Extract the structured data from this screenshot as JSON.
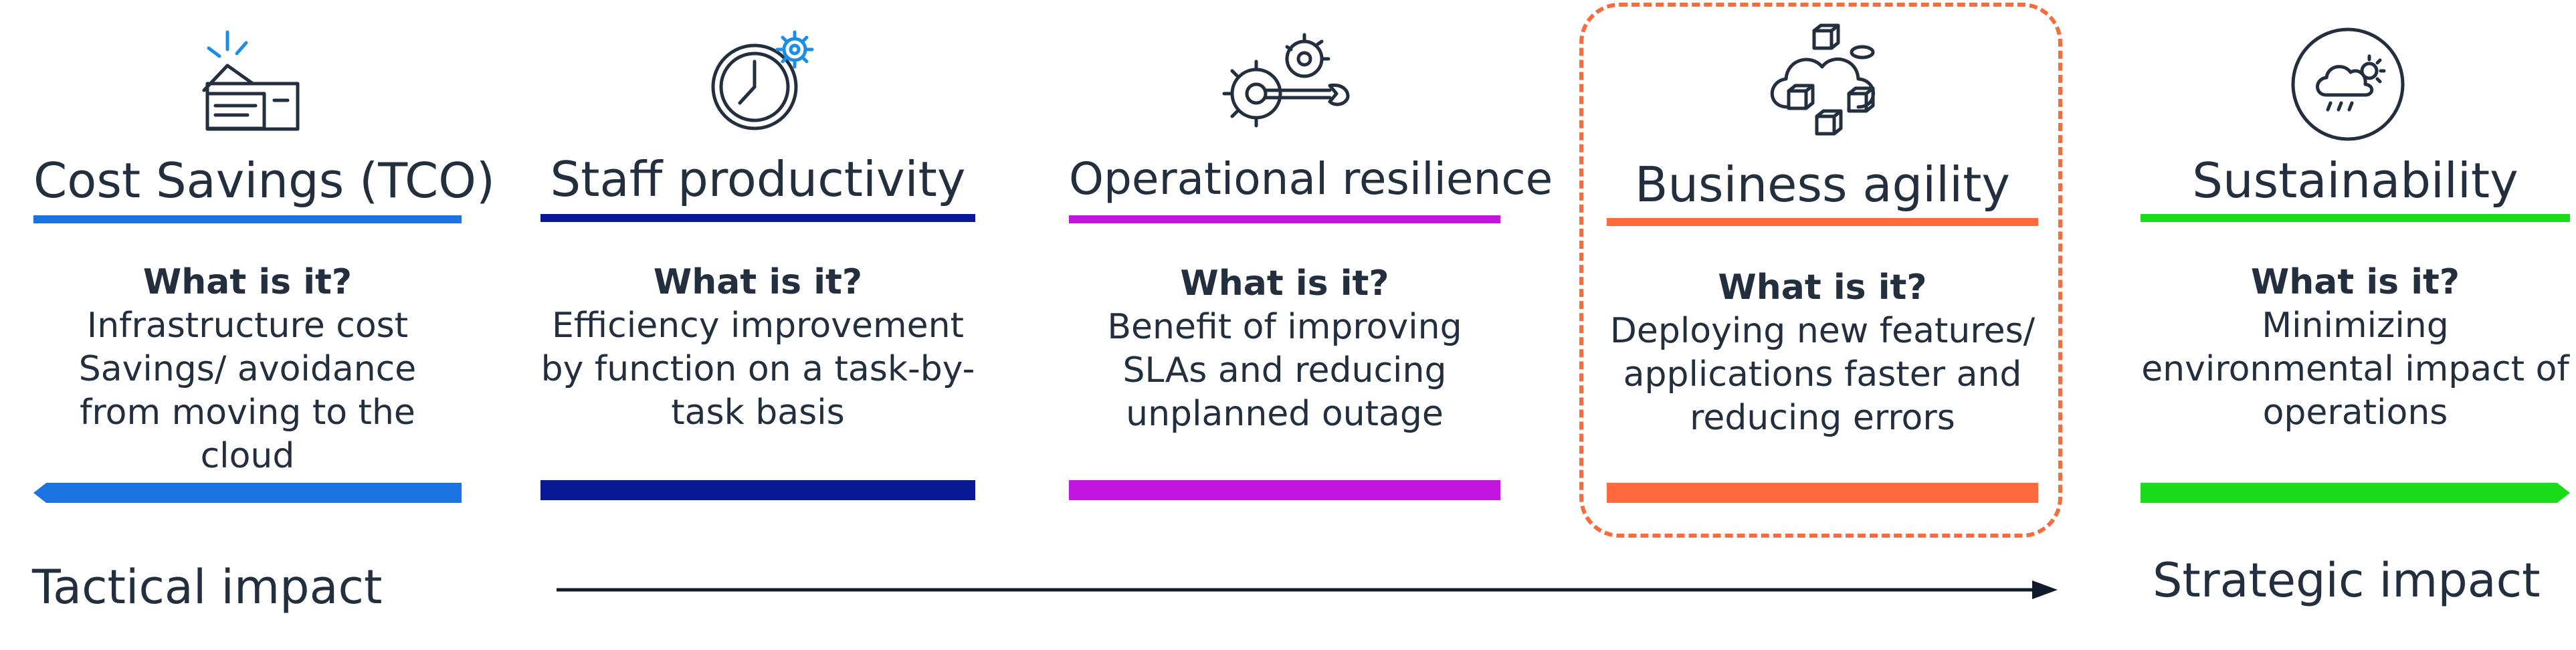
{
  "columns": [
    {
      "title": "Cost Savings (TCO)",
      "question": "What is it?",
      "text": "Infrastructure cost Savings/ avoidance from moving to the cloud",
      "color": "#1a73e0",
      "icon": "money-check-icon"
    },
    {
      "title": "Staff productivity",
      "question": "What is it?",
      "text": "Efficiency improvement by function on a task-by-task basis",
      "color": "#0a1a96",
      "icon": "clock-gear-icon"
    },
    {
      "title": "Operational resilience",
      "question": "What is it?",
      "text": "Benefit of improving SLAs and reducing unplanned outage",
      "color": "#c414e0",
      "icon": "gears-wrench-icon"
    },
    {
      "title": "Business agility",
      "question": "What is it?",
      "text": "Deploying new features/ applications faster and reducing errors",
      "color": "#ff6a3d",
      "icon": "cloud-boxes-icon"
    },
    {
      "title": "Sustainability",
      "question": "What is it?",
      "text": "Minimizing environmental impact of operations",
      "color": "#1bdc1b",
      "icon": "cloud-sun-rain-icon"
    }
  ],
  "impact": {
    "left": "Tactical impact",
    "right": "Strategic impact",
    "arrow_color": "#0f1b2d"
  },
  "highlight_color": "#f56c3e"
}
